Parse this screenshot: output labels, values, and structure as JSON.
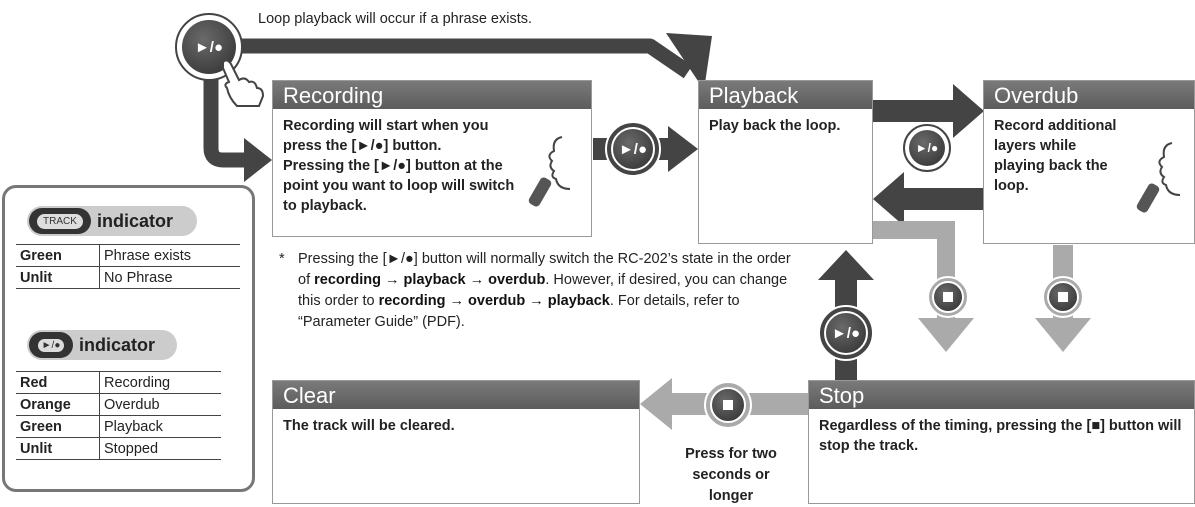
{
  "top_note": "Loop playback will occur if a phrase exists.",
  "boxes": {
    "recording": {
      "title": "Recording",
      "line1": "Recording will start when you press the [►/●] button.",
      "line2": "Pressing the [►/●] button at the point you want to loop will switch to playback."
    },
    "playback": {
      "title": "Playback",
      "text": "Play back the loop."
    },
    "overdub": {
      "title": "Overdub",
      "text": "Record additional layers while playing back the loop."
    },
    "clear": {
      "title": "Clear",
      "text": "The track will be cleared."
    },
    "stop": {
      "title": "Stop",
      "text": "Regardless of the timing, pressing the [■] button will stop the track."
    }
  },
  "press_note": "Press for two seconds or longer",
  "footnote": {
    "marker": "*",
    "p1": "Pressing the [►/●] button will normally switch the RC-202’s state in the order of ",
    "order1": "recording → playback → overdub",
    "p2": ". However, if desired, you can change this order to ",
    "order2": "recording → overdub → playback",
    "p3": ". For details, refer to “Parameter Guide” (PDF)."
  },
  "button_glyphs": {
    "play_rec": "►/●",
    "stop": "■"
  },
  "track_indicator": {
    "badge": "TRACK",
    "label": "indicator",
    "rows": [
      {
        "state": "Green",
        "meaning": "Phrase exists"
      },
      {
        "state": "Unlit",
        "meaning": "No Phrase"
      }
    ]
  },
  "play_indicator": {
    "label": "indicator",
    "rows": [
      {
        "state": "Red",
        "meaning": "Recording"
      },
      {
        "state": "Orange",
        "meaning": "Overdub"
      },
      {
        "state": "Green",
        "meaning": "Playback"
      },
      {
        "state": "Unlit",
        "meaning": "Stopped"
      }
    ]
  },
  "colors": {
    "dark_arrow": "#444444",
    "light_arrow": "#aaaaaa",
    "header": "#666666"
  }
}
